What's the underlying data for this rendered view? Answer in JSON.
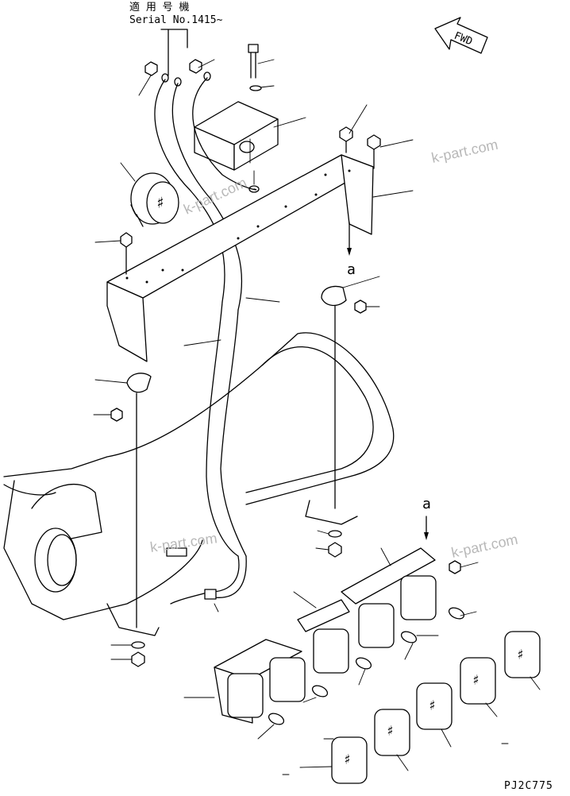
{
  "header": {
    "applicable_label": "適 用 号 機",
    "serial_label": "Serial No.1415~"
  },
  "direction_arrow": {
    "label": "FWD"
  },
  "reference_marks": {
    "upper": "a",
    "lower": "a"
  },
  "watermarks": [
    "k-part.com",
    "k-part.com",
    "k-part.com",
    "k-part.com"
  ],
  "drawing_code": "PJ2C775",
  "icons": {
    "fwd": "fwd-arrow-icon",
    "lamp": "lamp-symbol-icon"
  }
}
